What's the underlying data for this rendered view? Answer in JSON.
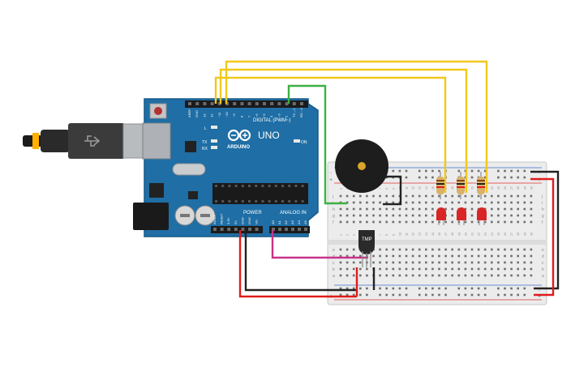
{
  "arduino": {
    "logo_text": "UNO",
    "brand_text": "ARDUINO",
    "digital_header": "DIGITAL (PWM~)",
    "power_header": "POWER",
    "analog_header": "ANALOG IN",
    "label_l": "L",
    "label_tx": "TX",
    "label_rx": "RX",
    "label_on": "ON",
    "digital_pin_labels": [
      "AREF",
      "GND",
      "13",
      "12",
      "~11",
      "~10",
      "~9",
      "8",
      "7",
      "~6",
      "~5",
      "4",
      "~3",
      "2",
      "TX→1",
      "RX←0"
    ],
    "power_pin_labels": [
      "IOREF",
      "RESET",
      "3.3V",
      "5V",
      "GND",
      "GND",
      "Vin"
    ],
    "analog_pin_labels": [
      "A0",
      "A1",
      "A2",
      "A3",
      "A4",
      "A5"
    ]
  },
  "sensor": {
    "label": "TMP"
  },
  "breadboard": {
    "row_letters_top": [
      "j",
      "i",
      "h",
      "g",
      "f"
    ],
    "row_letters_bottom": [
      "e",
      "d",
      "c",
      "b",
      "a"
    ],
    "column_numbers": [
      "1",
      "2",
      "3",
      "4",
      "5",
      "6",
      "7",
      "8",
      "9",
      "10",
      "11",
      "12",
      "13",
      "14",
      "15",
      "16",
      "17",
      "18",
      "19",
      "20",
      "21",
      "22",
      "23",
      "24",
      "25",
      "26",
      "27",
      "28",
      "29",
      "30"
    ],
    "rail_plus": "+",
    "rail_minus": "-"
  },
  "colors": {
    "board": "#1f6ea5",
    "wire_yellow": "#f1c81a",
    "wire_green": "#3cb043",
    "wire_black": "#222222",
    "wire_red": "#e01b1b",
    "wire_magenta": "#c8328a",
    "led_red": "#d92525"
  }
}
